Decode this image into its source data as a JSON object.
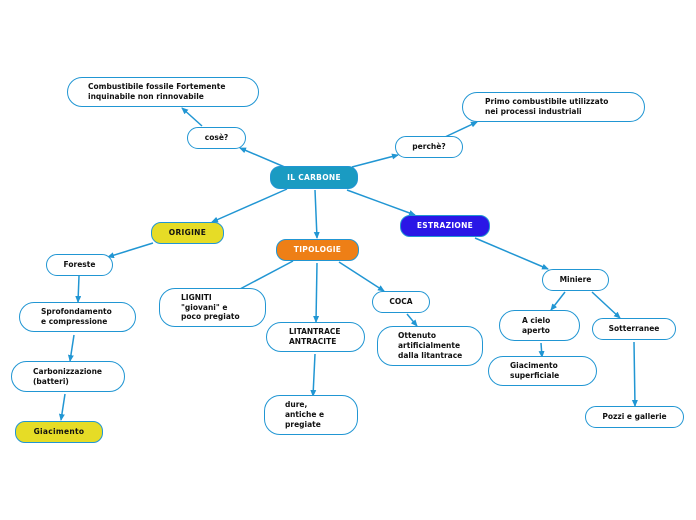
{
  "colors": {
    "link": "#2196d3",
    "root": "#1a9bc2",
    "origine": "#e6dc26",
    "tipologie": "#ee7f16",
    "estrazione": "#2a17e6",
    "giacimento": "#e6dc26"
  },
  "nodes": {
    "root": "IL CARBONE",
    "cose": "cosè?",
    "def": "Combustibile fossile Fortemente\ninquinabile non rinnovabile",
    "perche": "perchè?",
    "primo": "Primo combustibile utilizzato\nnei processi industriali",
    "origine": "ORIGINE",
    "foreste": "Foreste",
    "sprofondamento": "Sprofondamento\ne compressione",
    "carbonizzazione": "Carbonizzazione\n(batteri)",
    "giacimento": "Giacimento",
    "tipologie": "TIPOLOGIE",
    "ligniti": "LIGNITI\n\"giovani\" e\npoco pregiato",
    "litantrace": "LITANTRACE\nANTRACITE",
    "dure": "dure,\nantiche e\npregiate",
    "coca": "COCA",
    "ottenuto": "Ottenuto\nartificialmente\ndalla litantrace",
    "estrazione": "ESTRAZIONE",
    "miniere": "Miniere",
    "cielo": "A cielo\naperto",
    "superficiale": "Giacimento\nsuperficiale",
    "sotterranee": "Sotterranee",
    "pozzi": "Pozzi e gallerie"
  }
}
